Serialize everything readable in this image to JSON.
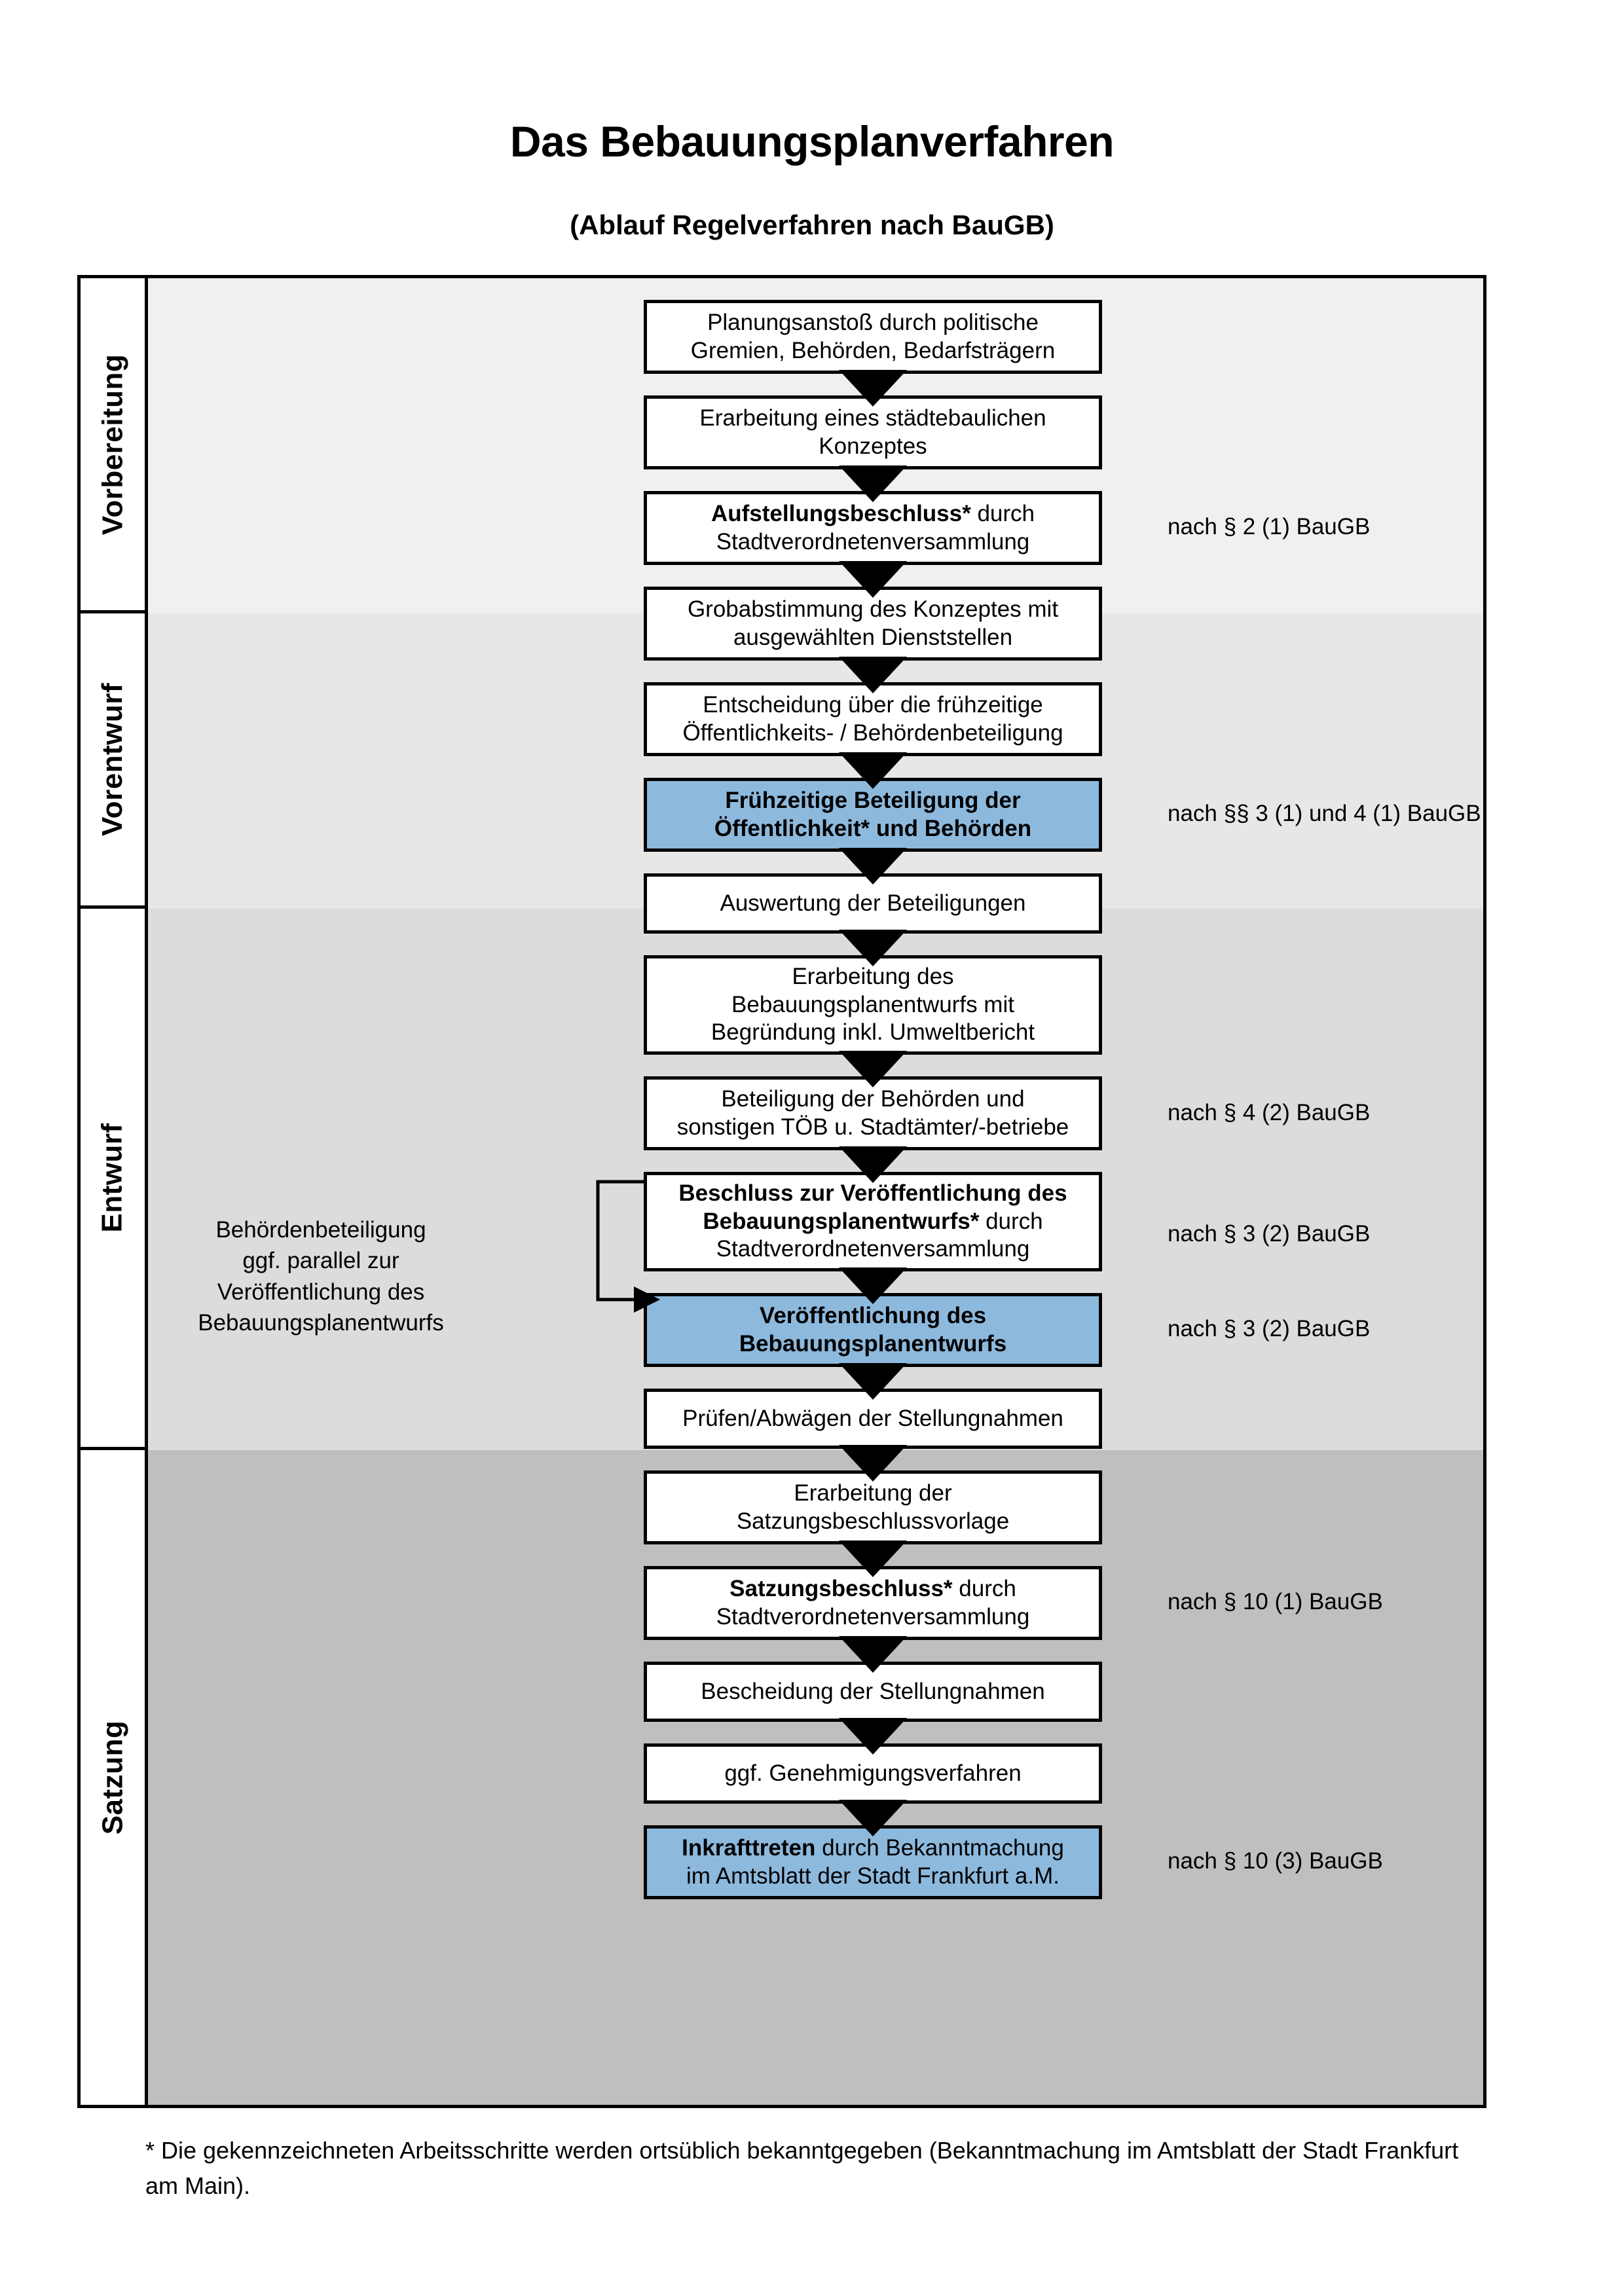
{
  "title": "Das Bebauungsplanverfahren",
  "subtitle": "(Ablauf Regelverfahren nach BauGB)",
  "colors": {
    "highlight_box": "#8db9dd",
    "band_vorbereitung": "#f0f0f0",
    "band_vorentwurf": "#e7e7e7",
    "band_entwurf": "#dcdcdc",
    "band_satzung": "#bfbfbf",
    "border": "#000000"
  },
  "phases": [
    {
      "label": "Vorbereitung"
    },
    {
      "label": "Vorentwurf"
    },
    {
      "label": "Entwurf"
    },
    {
      "label": "Satzung"
    }
  ],
  "steps": [
    {
      "id": "planungsanstoss",
      "phase": "Vorbereitung",
      "highlighted": false,
      "lines": [
        "Planungsanstoß durch politische",
        "Gremien, Behörden, Bedarfsträgern"
      ],
      "bold_prefix": ""
    },
    {
      "id": "konzept",
      "phase": "Vorbereitung",
      "highlighted": false,
      "lines": [
        "Erarbeitung eines städtebaulichen",
        "Konzeptes"
      ],
      "bold_prefix": ""
    },
    {
      "id": "aufstellungsbeschluss",
      "phase": "Vorbereitung",
      "highlighted": false,
      "lines": [
        "Aufstellungsbeschluss* durch",
        "Stadtverordnetenversammlung"
      ],
      "bold_prefix": "Aufstellungsbeschluss*"
    },
    {
      "id": "grobabstimmung",
      "phase": "Vorentwurf",
      "highlighted": false,
      "lines": [
        "Grobabstimmung des Konzeptes mit",
        "ausgewählten Dienststellen"
      ],
      "bold_prefix": ""
    },
    {
      "id": "entscheidung-fruehzeitig",
      "phase": "Vorentwurf",
      "highlighted": false,
      "lines": [
        "Entscheidung über die frühzeitige",
        "Öffentlichkeits- / Behördenbeteiligung"
      ],
      "bold_prefix": ""
    },
    {
      "id": "fruehzeitige-beteiligung",
      "phase": "Vorentwurf",
      "highlighted": true,
      "lines": [
        "Frühzeitige Beteiligung der",
        "Öffentlichkeit* und Behörden"
      ],
      "bold_prefix": "ALL"
    },
    {
      "id": "auswertung",
      "phase": "Entwurf",
      "highlighted": false,
      "lines": [
        "Auswertung der Beteiligungen"
      ],
      "bold_prefix": ""
    },
    {
      "id": "erarbeitung-entwurf",
      "phase": "Entwurf",
      "highlighted": false,
      "lines": [
        "Erarbeitung des",
        "Bebauungsplanentwurfs mit",
        "Begründung inkl. Umweltbericht"
      ],
      "bold_prefix": ""
    },
    {
      "id": "beteiligung-behoerden",
      "phase": "Entwurf",
      "highlighted": false,
      "lines": [
        "Beteiligung der Behörden und",
        "sonstigen TÖB u. Stadtämter/-betriebe"
      ],
      "bold_prefix": ""
    },
    {
      "id": "beschluss-veroeffentlichung",
      "phase": "Entwurf",
      "highlighted": false,
      "lines": [
        "Beschluss zur Veröffentlichung des",
        "Bebauungsplanentwurfs* durch",
        "Stadtverordnetenversammlung"
      ],
      "bold_prefix": "Beschluss zur Veröffentlichung des Bebauungsplanentwurfs*"
    },
    {
      "id": "veroeffentlichung",
      "phase": "Entwurf",
      "highlighted": true,
      "lines": [
        "Veröffentlichung des",
        "Bebauungsplanentwurfs"
      ],
      "bold_prefix": "ALL"
    },
    {
      "id": "pruefen-abwaegen",
      "phase": "Satzung",
      "highlighted": false,
      "lines": [
        "Prüfen/Abwägen der Stellungnahmen"
      ],
      "bold_prefix": ""
    },
    {
      "id": "satzungsbeschlussvorlage",
      "phase": "Satzung",
      "highlighted": false,
      "lines": [
        "Erarbeitung der",
        "Satzungsbeschlussvorlage"
      ],
      "bold_prefix": ""
    },
    {
      "id": "satzungsbeschluss",
      "phase": "Satzung",
      "highlighted": false,
      "lines": [
        "Satzungsbeschluss* durch",
        "Stadtverordnetenversammlung"
      ],
      "bold_prefix": "Satzungsbeschluss*"
    },
    {
      "id": "bescheidung",
      "phase": "Satzung",
      "highlighted": false,
      "lines": [
        "Bescheidung der Stellungnahmen"
      ],
      "bold_prefix": ""
    },
    {
      "id": "genehmigungsverfahren",
      "phase": "Satzung",
      "highlighted": false,
      "lines": [
        "ggf. Genehmigungsverfahren"
      ],
      "bold_prefix": ""
    },
    {
      "id": "inkrafttreten",
      "phase": "Satzung",
      "highlighted": true,
      "lines": [
        "Inkrafttreten durch Bekanntmachung",
        "im Amtsblatt der Stadt Frankfurt a.M."
      ],
      "bold_prefix": "Inkrafttreten"
    }
  ],
  "legal_references": [
    {
      "id": "ref-1",
      "text": "nach § 2 (1) BauGB",
      "for_step": "aufstellungsbeschluss"
    },
    {
      "id": "ref-2",
      "text": "nach §§ 3 (1) und 4 (1) BauGB",
      "for_step": "fruehzeitige-beteiligung"
    },
    {
      "id": "ref-3",
      "text": "nach § 4 (2) BauGB",
      "for_step": "beteiligung-behoerden"
    },
    {
      "id": "ref-4",
      "text": "nach § 3 (2) BauGB",
      "for_step": "beschluss-veroeffentlichung"
    },
    {
      "id": "ref-5",
      "text": "nach § 3 (2) BauGB",
      "for_step": "veroeffentlichung"
    },
    {
      "id": "ref-6",
      "text": "nach § 10 (1) BauGB",
      "for_step": "satzungsbeschluss"
    },
    {
      "id": "ref-7",
      "text": "nach § 10 (3) BauGB",
      "for_step": "inkrafttreten"
    }
  ],
  "side_note": {
    "lines": [
      "Behördenbeteiligung",
      "ggf. parallel zur",
      "Veröffentlichung des",
      "Bebauungsplanentwurfs"
    ]
  },
  "footnote": "* Die gekennzeichneten Arbeitsschritte werden ortsüblich bekanntgegeben (Bekanntmachung im Amtsblatt  der Stadt Frankfurt am Main)."
}
